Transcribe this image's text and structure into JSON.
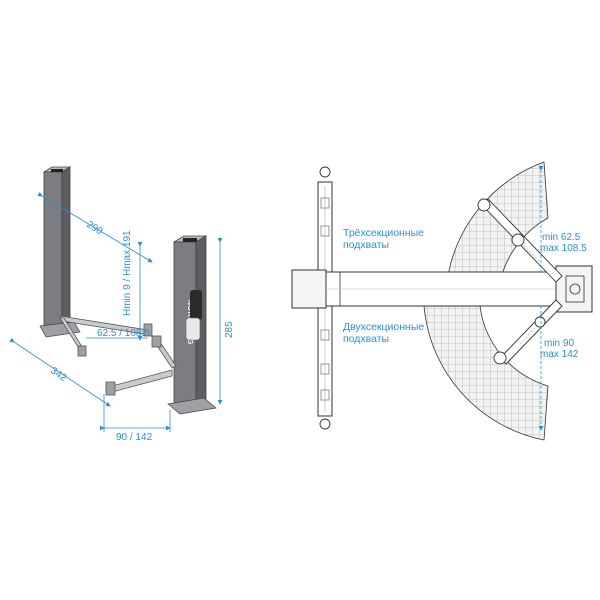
{
  "colors": {
    "accent": "#2a8fd0",
    "post_dark": "#6f7176",
    "post_light": "#8b8d92",
    "outline": "#333333",
    "hatch_fill": "#f0f0f0"
  },
  "perspective": {
    "brand": "NORDBERG",
    "dims": {
      "width_between_posts": "290",
      "height_range": "Hmin 9 / Hmax 191",
      "arm_reach": "62.5 / 108.5",
      "overall_width": "342",
      "total_height": "285",
      "arm_length": "90 / 142"
    }
  },
  "plan": {
    "label_three_section": "Трёхсекционные подхваты",
    "label_three_section_line1": "Трёхсекционные",
    "label_three_section_line2": "подхваты",
    "label_two_section_line1": "Двухсекционные",
    "label_two_section_line2": "подхваты",
    "upper_range_min": "min 62.5",
    "upper_range_max": "max 108.5",
    "lower_range_min": "min 90",
    "lower_range_max": "max 142"
  }
}
